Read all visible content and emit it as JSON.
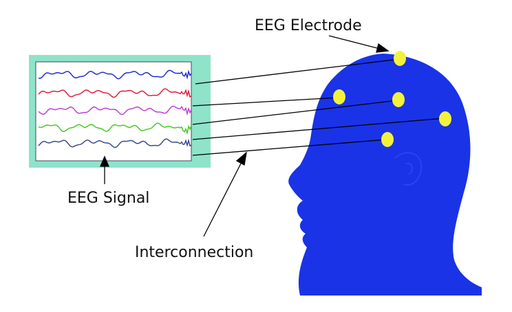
{
  "labels": {
    "electrode": "EEG Electrode",
    "signal": "EEG Signal",
    "interconnection": "Interconnection"
  },
  "colors": {
    "head": "#1a33e6",
    "electrode": "#f2f23c",
    "panel_border": "#8ee3c8",
    "panel_bg": "#ffffff",
    "wire": "#000000",
    "traces": [
      "#1f2fd0",
      "#e0203c",
      "#c040d8",
      "#44cc22",
      "#3a4a8a"
    ]
  },
  "signal_traces": 5,
  "electrodes": 5
}
